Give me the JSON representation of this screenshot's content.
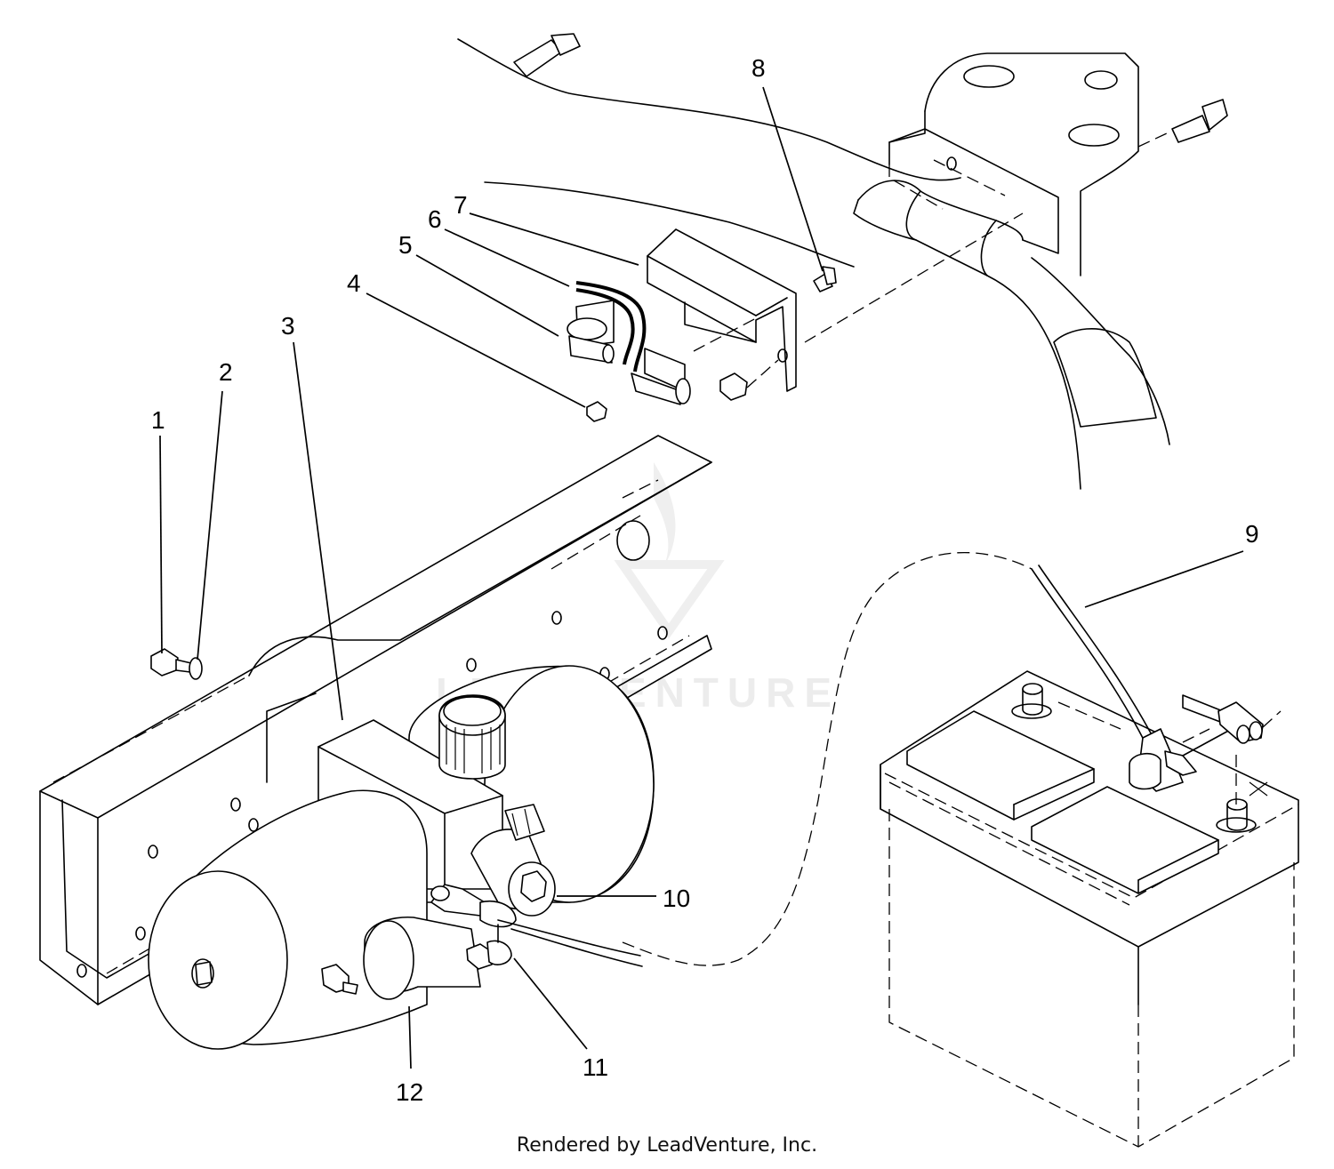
{
  "callouts": [
    {
      "label": "1"
    },
    {
      "label": "2"
    },
    {
      "label": "3"
    },
    {
      "label": "4"
    },
    {
      "label": "5"
    },
    {
      "label": "6"
    },
    {
      "label": "7"
    },
    {
      "label": "8"
    },
    {
      "label": "9"
    },
    {
      "label": "10"
    },
    {
      "label": "11"
    },
    {
      "label": "12"
    }
  ],
  "watermark": "LEADVENTURE",
  "caption": "Rendered by LeadVenture, Inc."
}
